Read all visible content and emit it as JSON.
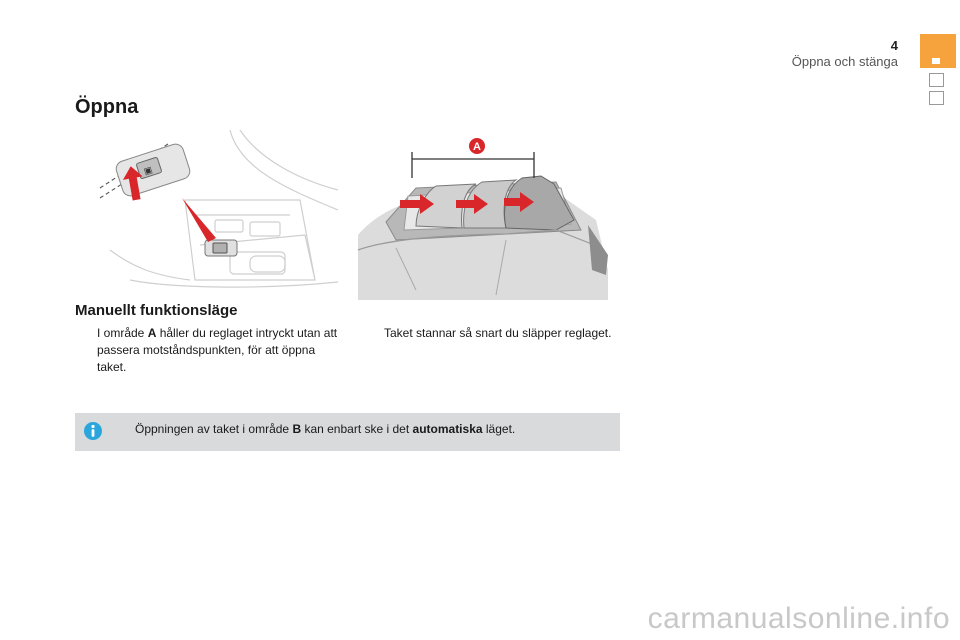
{
  "header": {
    "page_number": "4",
    "chapter_title": "Öppna och stänga"
  },
  "section": {
    "title": "Öppna",
    "subtitle": "Manuellt funktionsläge"
  },
  "figure": {
    "callout_label": "A"
  },
  "bullets": [
    {
      "marker": "",
      "pre": "I område ",
      "key": "A",
      "post": " håller du reglaget intryckt utan att passera motståndspunkten, för att öppna taket."
    },
    {
      "marker": "",
      "text": "Taket stannar så snart du släpper reglaget."
    }
  ],
  "info_box": {
    "pre": "Öppningen av taket i område ",
    "key": "B",
    "mid": " kan enbart ske i det ",
    "bold": "automatiska",
    "post": " läget."
  },
  "watermark": "carmanualsonline.info",
  "colors": {
    "accent_orange": "#f6a33d",
    "info_bg": "#d8dadb",
    "arrow_red": "#d8262a",
    "info_icon_blue": "#2aa6dc"
  }
}
